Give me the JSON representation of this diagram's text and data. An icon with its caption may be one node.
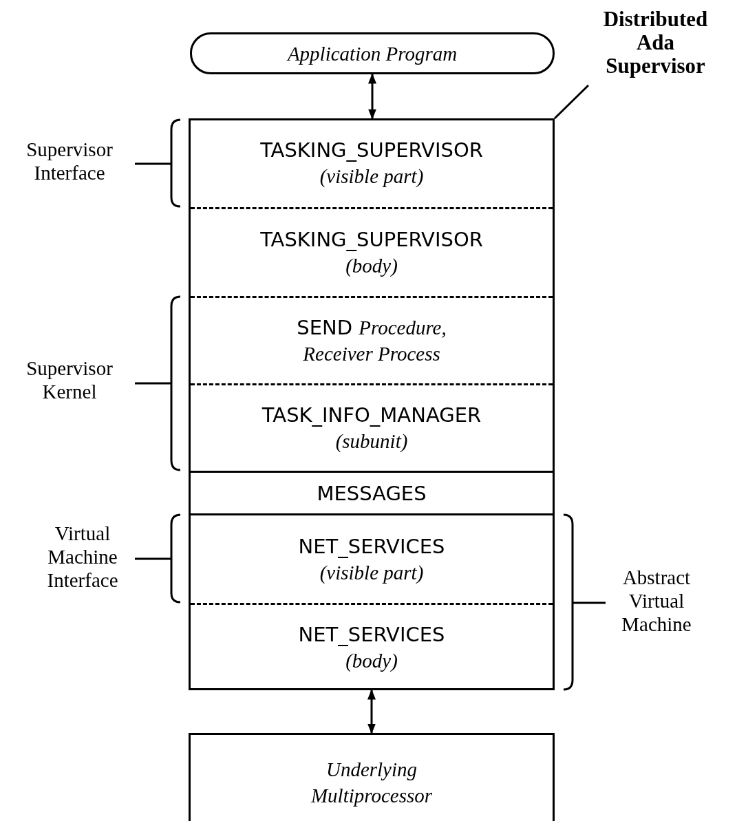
{
  "diagram": {
    "nodes": [
      {
        "text": [
          "Application Program"
        ]
      },
      {
        "text": [
          "Distributed Ada Supervisor"
        ]
      },
      {
        "text": [],
        "shape": "box"
      },
      {
        "text": [
          "TASKING_SUPERVISOR",
          "(visible part)"
        ],
        "in": 2
      },
      {
        "text": [
          "TASKING_SUPERVISOR",
          "(body)"
        ],
        "in": 2
      },
      {
        "text": [
          "SEND *Procedure, Receiver Process*"
        ],
        "in": 2
      },
      {
        "text": [
          "TASK_INFO_MANAGER",
          "(subunit)"
        ],
        "in": 2
      },
      {
        "text": [
          "MESSAGES"
        ],
        "in": 2
      },
      {
        "text": [
          "NET_SERVICES",
          "(visible part)"
        ],
        "in": 2
      },
      {
        "text": [
          "NET_SERVICES",
          "(body)"
        ],
        "in": 2
      },
      {
        "text": [
          "Underlying Multiprocessor"
        ]
      }
    ],
    "edges": [
      {
        "from": 0,
        "to": 2,
        "arrow": "both"
      },
      {
        "from": 1,
        "to": 2,
        "arrow": "none"
      },
      {
        "from": 2,
        "to": 10,
        "arrow": "both"
      }
    ],
    "labels": [
      "Supervisor Interface",
      "Supervisor Kernel",
      "Virtual Machine Interface",
      "Abstract Virtual Machine"
    ]
  }
}
